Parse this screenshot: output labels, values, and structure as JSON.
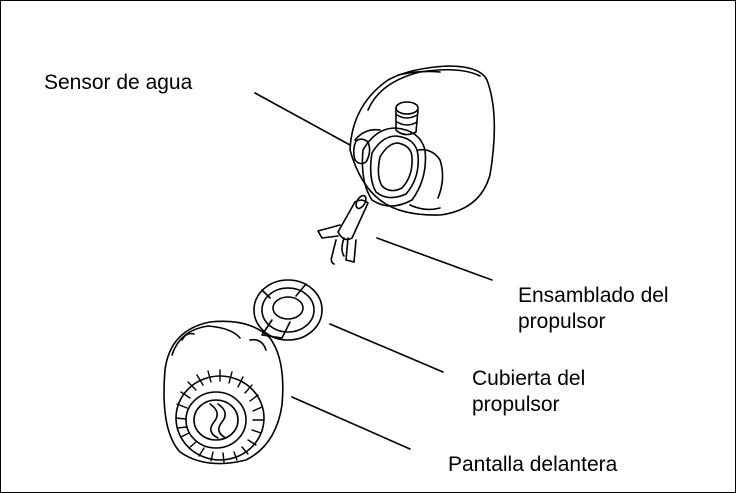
{
  "labels": {
    "sensor": "Sensor de agua",
    "ensamblado_line1": "Ensamblado del",
    "ensamblado_line2": "propulsor",
    "cubierta_line1": "Cubierta del",
    "cubierta_line2": "propulsor",
    "pantalla": "Pantalla delantera"
  },
  "colors": {
    "stroke": "#000000",
    "background": "#ffffff"
  }
}
